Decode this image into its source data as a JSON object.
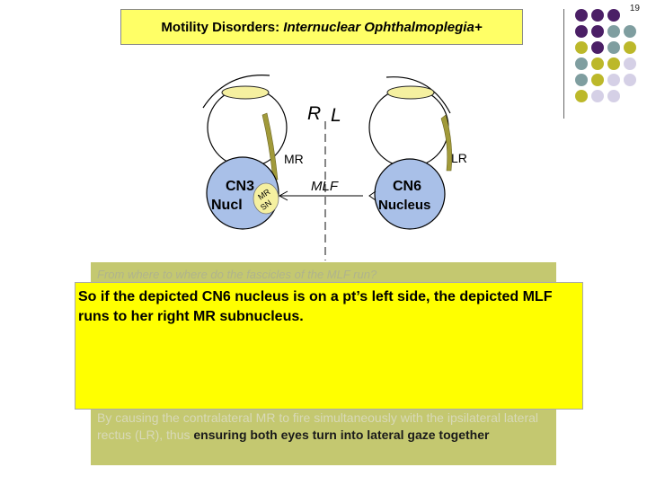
{
  "slide": {
    "number": "19",
    "title_main": "Motility Disorders: ",
    "title_italic": "Internuclear Ophthalmoplegia+"
  },
  "diagram": {
    "side_r": "R",
    "side_l": "L",
    "label_mr": "MR",
    "label_lr": "LR",
    "cn3_line1": "CN3",
    "cn3_line2": "Nucl",
    "mr_subnucleus_line1": "MR",
    "mr_subnucleus_line2": "SN",
    "mlf": "MLF",
    "cn6_line1": "CN6",
    "cn6_line2": "Nucleus"
  },
  "question": "From where to where do the fascicles of the MLF run?",
  "answer": "So if the depicted CN6 nucleus is on a pt’s left side, the depicted MLF runs to her right MR subnucleus.",
  "explanation": {
    "part1": "By causing the contralateral MR to fire simultaneously with the ipsilateral lateral rectus (LR), thus ",
    "part2": "ensuring both eyes turn into lateral gaze together"
  },
  "colors": {
    "title_bg": "#ffff66",
    "dot_purple": "#4b1f66",
    "dot_teal": "#7f9ea0",
    "dot_olive": "#bcb82a",
    "dot_lavender": "#d5d0e6",
    "cn3_fill": "#a9c0e8",
    "muscle": "#a19a3a",
    "cornea": "#f5f0a0",
    "panel_yellow": "#ffff00"
  }
}
